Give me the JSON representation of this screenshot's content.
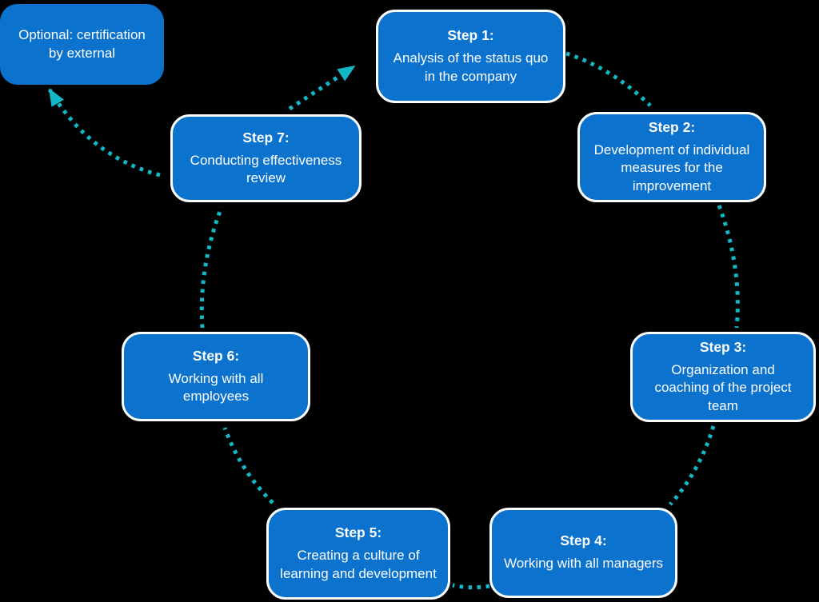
{
  "colors": {
    "background": "#000000",
    "box_blue": "#0b72cd",
    "box_border": "#ffffff",
    "text": "#ffffff",
    "connector_teal": "#12b7c8"
  },
  "optional_note": {
    "text": "Optional: certification by external"
  },
  "steps": [
    {
      "title": "Step 1:",
      "description": "Analysis of the status quo in the company"
    },
    {
      "title": "Step 2:",
      "description": "Development of individual measures for the improvement"
    },
    {
      "title": "Step 3:",
      "description": "Organization and coaching of the project team"
    },
    {
      "title": "Step 4:",
      "description": "Working with all managers"
    },
    {
      "title": "Step 5:",
      "description": "Creating a culture of learning and development"
    },
    {
      "title": "Step 6:",
      "description": "Working with all employees"
    },
    {
      "title": "Step 7:",
      "description": "Conducting effectiveness review"
    }
  ]
}
